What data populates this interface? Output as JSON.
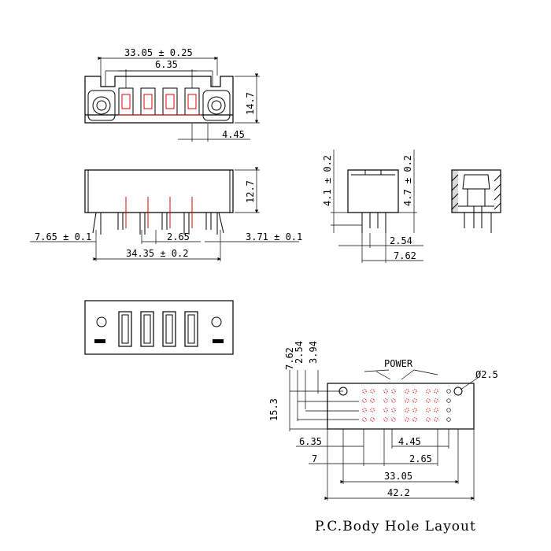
{
  "front_view": {
    "dim_width": "33.05 ± 0.25",
    "dim_pitch": "6.35",
    "dim_height": "14.7",
    "dim_offset": "4.45"
  },
  "side_view": {
    "dim_height": "12.7",
    "dim_left": "7.65 ± 0.1",
    "dim_pin": "2.65",
    "dim_right": "3.71 ± 0.1",
    "dim_length": "34.35 ± 0.2"
  },
  "end_view": {
    "dim_left": "4.1 ± 0.2",
    "dim_right": "4.7 ± 0.2",
    "dim_pin": "2.54",
    "dim_width": "7.62"
  },
  "hole_layout": {
    "label_power": "POWER",
    "dim_hole_dia": "Ø2.5",
    "dim_v1": "7.62",
    "dim_v2": "2.54",
    "dim_v3": "3.94",
    "dim_height": "15.3",
    "dim_6_35": "6.35",
    "dim_4_45": "4.45",
    "dim_7": "7",
    "dim_2_65": "2.65",
    "dim_33_05": "33.05",
    "dim_42_2": "42.2",
    "caption": "P.C.Body Hole Layout"
  }
}
